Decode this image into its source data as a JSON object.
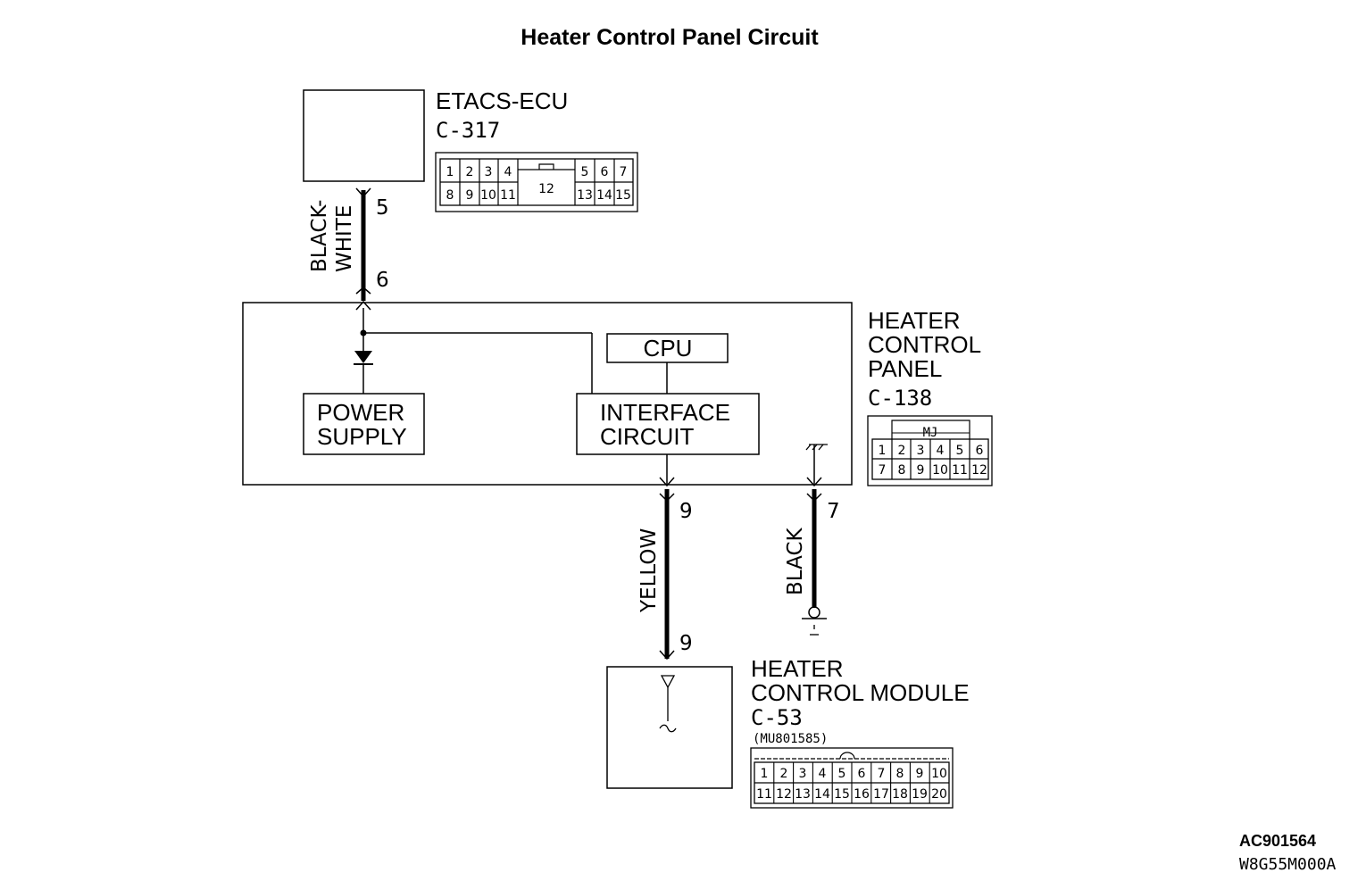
{
  "title": "Heater Control Panel Circuit",
  "etacs": {
    "name": "ETACS-ECU",
    "connector": "C-317",
    "pins_top": [
      "1",
      "2",
      "3",
      "4",
      "5",
      "6",
      "7"
    ],
    "pins_bottom": [
      "8",
      "9",
      "10",
      "11",
      "13",
      "14",
      "15"
    ],
    "center_pin": "12"
  },
  "wire_bw": {
    "color_line1": "BLACK-",
    "color_line2": "WHITE",
    "pin_top": "5",
    "pin_bottom": "6"
  },
  "panel": {
    "name_line1": "HEATER",
    "name_line2": "CONTROL",
    "name_line3": "PANEL",
    "connector": "C-138",
    "connector_tag": "MJ",
    "pins_top": [
      "1",
      "2",
      "3",
      "4",
      "5",
      "6"
    ],
    "pins_bottom": [
      "7",
      "8",
      "9",
      "10",
      "11",
      "12"
    ],
    "cpu": "CPU",
    "power_line1": "POWER",
    "power_line2": "SUPPLY",
    "interface_line1": "INTERFACE",
    "interface_line2": "CIRCUIT"
  },
  "wire_yellow": {
    "color": "YELLOW",
    "pin_top": "9",
    "pin_bottom": "9"
  },
  "wire_black": {
    "color": "BLACK",
    "pin": "7"
  },
  "module": {
    "name_line1": "HEATER",
    "name_line2": "CONTROL MODULE",
    "connector": "C-53",
    "part_no": "(MU801585)",
    "pins_top": [
      "1",
      "2",
      "3",
      "4",
      "5",
      "6",
      "7",
      "8",
      "9",
      "10"
    ],
    "pins_bottom": [
      "11",
      "12",
      "13",
      "14",
      "15",
      "16",
      "17",
      "18",
      "19",
      "20"
    ]
  },
  "refs": {
    "code1": "AC901564",
    "code2": "W8G55M000A"
  }
}
